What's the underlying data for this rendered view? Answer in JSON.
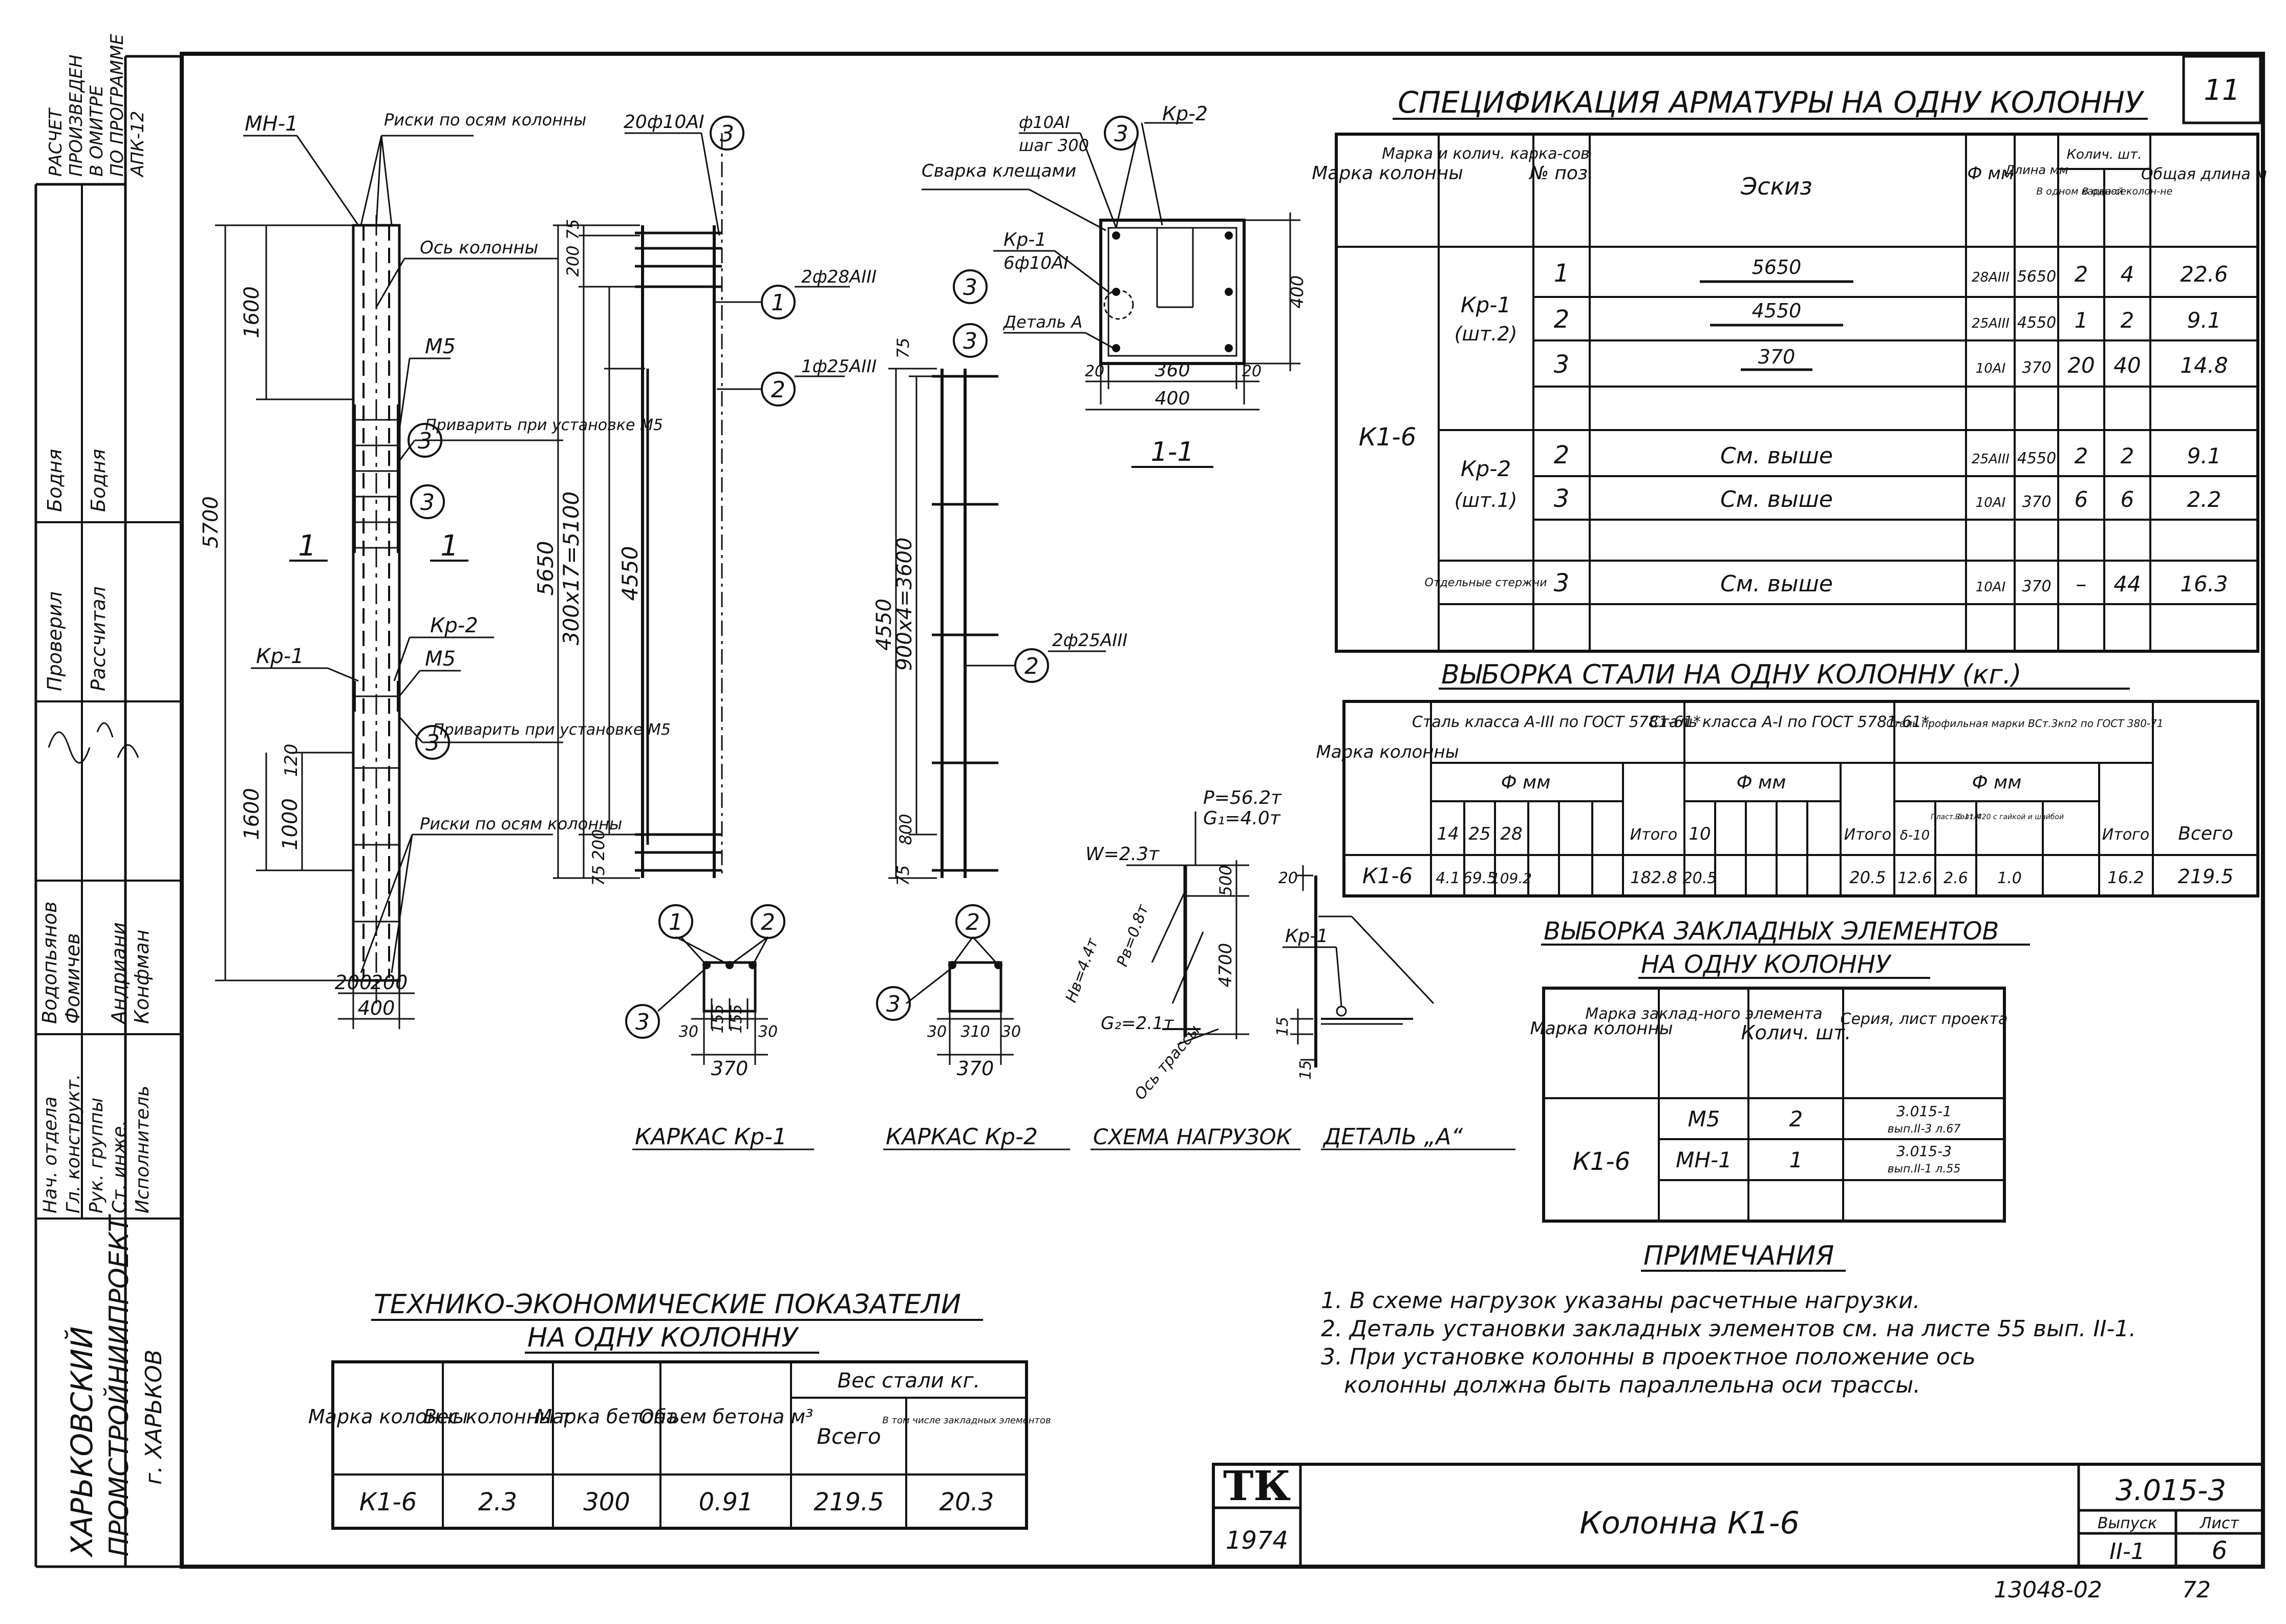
{
  "sheet_number": "11",
  "spec": {
    "title": "СПЕЦИФИКАЦИЯ АРМАТУРЫ НА ОДНУ КОЛОННУ",
    "headers": [
      "Марка колонны",
      "Марка и колич. карка-сов",
      "№ поз.",
      "Эскиз",
      "Ф мм",
      "Длина мм",
      "В одном карка-се",
      "В одной колон-не",
      "Общая длина м"
    ],
    "qty_header": "Колич. шт.",
    "column_mark": "К1-6",
    "groups": [
      {
        "cage": "Кр-1",
        "count": "(шт.2)"
      },
      {
        "cage": "Кр-2",
        "count": "(шт.1)"
      },
      {
        "cage": "Отдельные стержни",
        "count": ""
      }
    ],
    "rows": [
      {
        "pos": "1",
        "sketch": "5650",
        "dia": "28АIII",
        "len": "5650",
        "q1": "2",
        "q2": "4",
        "total": "22.6"
      },
      {
        "pos": "2",
        "sketch": "4550",
        "dia": "25АIII",
        "len": "4550",
        "q1": "1",
        "q2": "2",
        "total": "9.1"
      },
      {
        "pos": "3",
        "sketch": "370",
        "dia": "10АI",
        "len": "370",
        "q1": "20",
        "q2": "40",
        "total": "14.8"
      },
      {
        "pos": "2",
        "sketch": "См. выше",
        "dia": "25АIII",
        "len": "4550",
        "q1": "2",
        "q2": "2",
        "total": "9.1"
      },
      {
        "pos": "3",
        "sketch": "См. выше",
        "dia": "10АI",
        "len": "370",
        "q1": "6",
        "q2": "6",
        "total": "2.2"
      },
      {
        "pos": "3",
        "sketch": "См. выше",
        "dia": "10АI",
        "len": "370",
        "q1": "–",
        "q2": "44",
        "total": "16.3"
      }
    ]
  },
  "steel": {
    "title": "ВЫБОРКА СТАЛИ НА ОДНУ КОЛОННУ (кг.)",
    "mark_header": "Марка колонны",
    "class3": "Сталь класса А-III по ГОСТ 5781-61*",
    "class1": "Сталь класса А-I по ГОСТ 5781-61*",
    "profile": "Сталь профильная марки ВСт.3кп2 по ГОСТ 380-71",
    "phi": "Ф мм",
    "itogo": "Итого",
    "vsego": "Всего",
    "d3": [
      "14",
      "25",
      "28"
    ],
    "d1": [
      "10"
    ],
    "dp": [
      "δ-10",
      "Пласт. δ-11/4",
      "Болт М20 с гайкой и шайбой"
    ],
    "row": {
      "mark": "К1-6",
      "v3": [
        "4.1",
        "69.5",
        "109.2"
      ],
      "i3": "182.8",
      "v1": [
        "20.5"
      ],
      "i1": "20.5",
      "vp": [
        "12.6",
        "2.6",
        "1.0"
      ],
      "ip": "16.2",
      "total": "219.5"
    }
  },
  "embedded": {
    "title1": "ВЫБОРКА ЗАКЛАДНЫХ ЭЛЕМЕНТОВ",
    "title2": "НА ОДНУ КОЛОННУ",
    "headers": [
      "Марка колонны",
      "Марка заклад-ного элемента",
      "Колич. шт.",
      "Серия, лист проекта"
    ],
    "mark": "К1-6",
    "rows": [
      {
        "el": "М5",
        "qty": "2",
        "series": "3.015-1",
        "sheet": "вып.II-3 л.67"
      },
      {
        "el": "МН-1",
        "qty": "1",
        "series": "3.015-3",
        "sheet": "вып.II-1 л.55"
      }
    ]
  },
  "notes": {
    "title": "ПРИМЕЧАНИЯ",
    "items": [
      "1. В схеме нагрузок указаны расчетные нагрузки.",
      "2. Деталь установки закладных элементов см. на листе 55 вып. II-1.",
      "3. При установке колонны в проектное положение ось",
      "колонны должна быть параллельна оси трассы."
    ]
  },
  "tech": {
    "title1": "ТЕХНИКО-ЭКОНОМИЧЕСКИЕ ПОКАЗАТЕЛИ",
    "title2": "НА ОДНУ КОЛОННУ",
    "headers": [
      "Марка колонны",
      "Вес колонны т",
      "Марка бетона",
      "Объем бетона м³",
      "Вес стали кг.",
      "Всего",
      "В том числе закладных элементов"
    ],
    "row": [
      "К1-6",
      "2.3",
      "300",
      "0.91",
      "219.5",
      "20.3"
    ]
  },
  "titleblock": {
    "logo": "ТК",
    "year": "1974",
    "name": "Колонна К1-6",
    "series": "3.015-3",
    "issue_label": "Выпуск",
    "issue": "II-1",
    "sheet_label": "Лист",
    "sheet": "6",
    "doc_no": "13048-02",
    "page_no": "72"
  },
  "side": {
    "calc1": "РАСЧЕТ",
    "calc2": "ПРОИЗВЕДЕН",
    "calc3": "В ОМИТРЕ",
    "calc4": "ПО ПРОГРАММЕ",
    "calc5": "АПК-12",
    "roles": [
      "Нач. отдела",
      "Гл. конструкт.",
      "Рук. группы",
      "Ст. инже.",
      "Исполнитель",
      "Проверил",
      "Рассчитал"
    ],
    "people": [
      "Водопьянов",
      "Фомичев",
      "Андриани",
      "Конфман",
      "Бодня",
      "Бодня"
    ],
    "org1": "ХАРЬКОВСКИЙ",
    "org2": "ПРОМСТРОЙНИИПРОЕКТ",
    "org3": "г. ХАРЬКОВ"
  },
  "drawings": {
    "column": {
      "labels": [
        "МН-1",
        "Риски по осям колонны",
        "Ось колонны",
        "М5",
        "Приварить при установке М5",
        "Кр-1",
        "Кр-2",
        "М5",
        "Приварить при установке М5",
        "Риски по осям колонны"
      ],
      "dims": [
        "1600",
        "5700",
        "1600",
        "1000",
        "120",
        "200",
        "200",
        "400"
      ],
      "section": "1",
      "pos": [
        "3",
        "3",
        "3"
      ]
    },
    "kr1": {
      "caption": "КАРКАС Кр-1",
      "bars": [
        "20ф10АI",
        "2ф28АIII",
        "1ф25АIII"
      ],
      "dims": [
        "75",
        "200",
        "5650",
        "300х17=5100",
        "4550",
        "200",
        "75"
      ],
      "sec_dims": [
        "30",
        "155",
        "155",
        "30",
        "370"
      ]
    },
    "kr2": {
      "caption": "КАРКАС Кр-2",
      "bars": [
        "2ф25АIII"
      ],
      "dims": [
        "75",
        "4550",
        "900х4=3600",
        "800",
        "75"
      ],
      "sec_dims": [
        "30",
        "310",
        "30",
        "370"
      ]
    },
    "sec11": {
      "caption": "1-1",
      "labels": [
        "ф10АI",
        "шаг 300",
        "Кр-2",
        "Сварка клещами",
        "Кр-1",
        "6ф10АI",
        "Деталь А"
      ],
      "dims": [
        "400",
        "20",
        "360",
        "20",
        "400"
      ]
    },
    "loads": {
      "caption": "СХЕМА НАГРУЗОК",
      "labels": [
        "Р=56.2т",
        "G₁=4.0т",
        "W=2.3т",
        "Нв=4.4т",
        "Рв=0.8т",
        "G₂=2.1т",
        "Ось трассы"
      ],
      "dims": [
        "500",
        "4700"
      ]
    },
    "detail": {
      "caption": "ДЕТАЛЬ „А“",
      "labels": [
        "Кр-1"
      ],
      "dims": [
        "20",
        "15",
        "15"
      ]
    }
  }
}
